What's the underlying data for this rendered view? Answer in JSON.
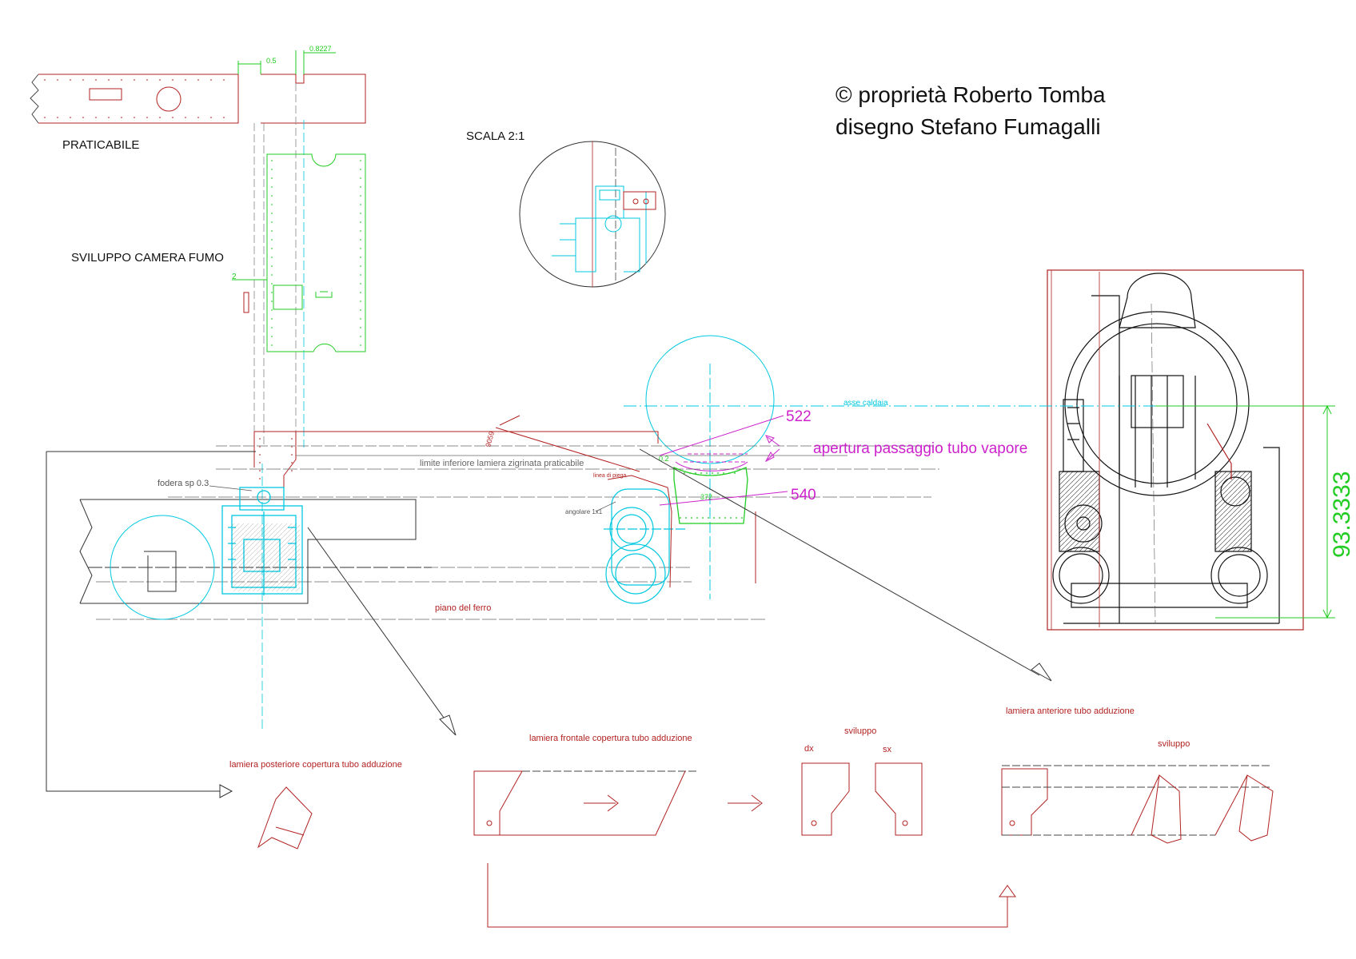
{
  "credits": {
    "line1": "© proprietà Roberto Tomba",
    "line2": "disegno Stefano Fumagalli"
  },
  "labels": {
    "praticabile": "PRATICABILE",
    "sviluppo_camera_fumo": "SVILUPPO CAMERA FUMO",
    "scala": "SCALA 2:1",
    "dim_05": "0.5",
    "dim_08227": "0.8227",
    "dim_2": "2",
    "asse_caldaia": "asse caldaia",
    "limite_inferiore": "limite inferiore lamiera zigrinata praticabile",
    "fodera": "fodera sp 0.3",
    "linea_piega": "linea di piega",
    "angolare": "angolare 1x1",
    "dim_9059": "9059",
    "dim_372": "372",
    "dim_02": "0.2",
    "piano_ferro": "piano del ferro",
    "label_522": "522",
    "label_540": "540",
    "apertura": "apertura passaggio tubo vapore",
    "dim_93": "93.3333",
    "lamiera_posteriore": "lamiera posteriore copertura tubo adduzione",
    "lamiera_frontale": "lamiera frontale copertura tubo adduzione",
    "sviluppo_1": "sviluppo",
    "dx": "dx",
    "sx": "sx",
    "lamiera_anteriore": "lamiera anteriore tubo adduzione",
    "sviluppo_2": "sviluppo"
  },
  "colors": {
    "drawing_red": "#b22222",
    "cyan": "#00c8e0",
    "green": "#22cc22",
    "magenta": "#cc22cc",
    "gray": "#555555"
  }
}
